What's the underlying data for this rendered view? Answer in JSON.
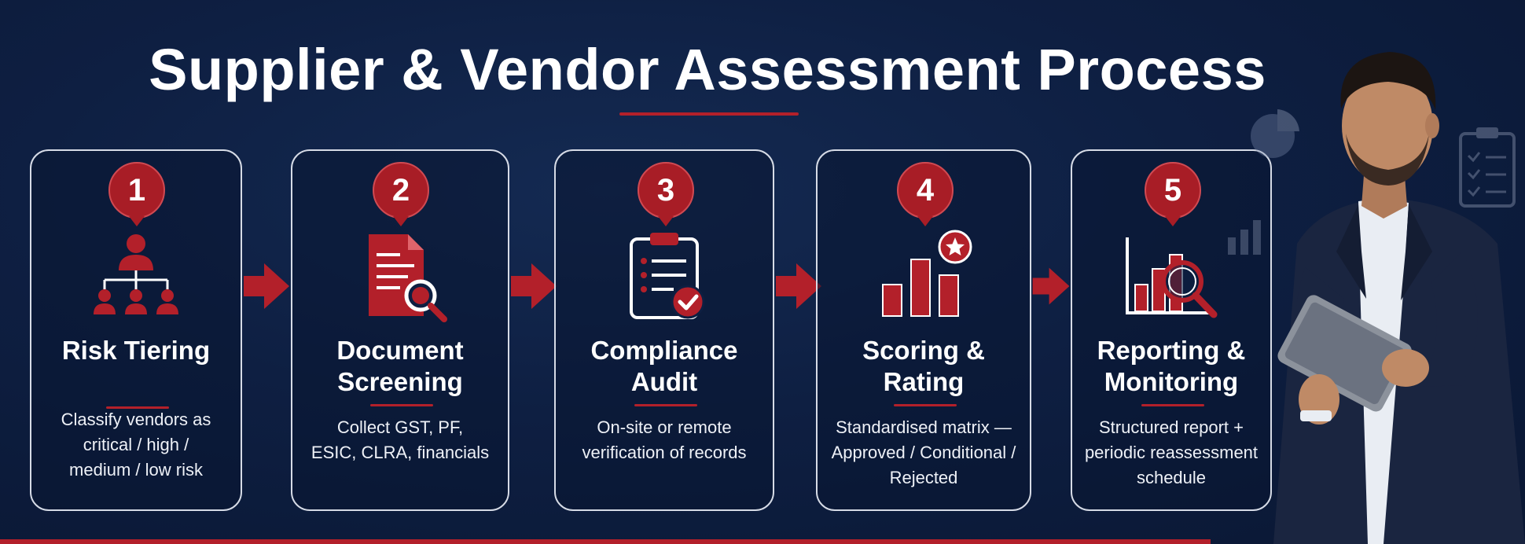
{
  "title": "Supplier & Vendor Assessment Process",
  "steps": [
    {
      "number": "1",
      "title_lines": [
        "Risk Tiering"
      ],
      "desc_lines": [
        "Classify vendors as",
        "critical / high /",
        "medium / low risk"
      ],
      "icon": "org-hierarchy-icon"
    },
    {
      "number": "2",
      "title_lines": [
        "Document",
        "Screening"
      ],
      "desc_lines": [
        "Collect GST, PF,",
        "ESIC, CLRA, financials"
      ],
      "icon": "document-magnifier-icon"
    },
    {
      "number": "3",
      "title_lines": [
        "Compliance",
        "Audit"
      ],
      "desc_lines": [
        "On-site or remote",
        "verification of records"
      ],
      "icon": "clipboard-checklist-icon"
    },
    {
      "number": "4",
      "title_lines": [
        "Scoring &",
        "Rating"
      ],
      "desc_lines": [
        "Standardised matrix —",
        "Approved / Conditional /",
        "Rejected"
      ],
      "icon": "bar-chart-star-icon"
    },
    {
      "number": "5",
      "title_lines": [
        "Reporting &",
        "Monitoring"
      ],
      "desc_lines": [
        "Structured report +",
        "periodic reassessment",
        "schedule"
      ],
      "icon": "chart-magnifier-icon"
    }
  ],
  "colors": {
    "background": "#0e1f42",
    "accent": "#a81d26",
    "card_border": "#d6dbe6",
    "text": "#ffffff"
  }
}
